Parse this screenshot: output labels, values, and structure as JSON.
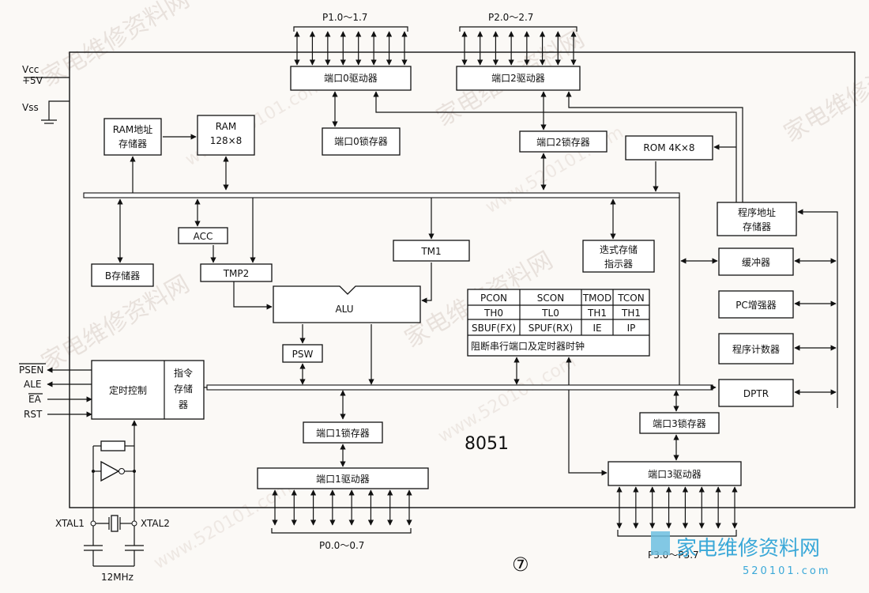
{
  "title": "8051",
  "figure_number": "⑦",
  "power": {
    "vcc": "Vcc",
    "v5": "+5V",
    "vss": "Vss"
  },
  "ports": {
    "p1_range": "P1.0～1.7",
    "p2_range": "P2.0～2.7",
    "p0_range": "P0.0～0.7",
    "p3_range": "P3.0～P3.7",
    "port0_driver": "端口0驱动器",
    "port2_driver": "端口2驱动器",
    "port0_latch": "端口0锁存器",
    "port2_latch": "端口2锁存器",
    "port1_latch": "端口1锁存器",
    "port1_driver": "端口1驱动器",
    "port3_latch": "端口3锁存器",
    "port3_driver": "端口3驱动器"
  },
  "blocks": {
    "ram_addr_1": "RAM地址",
    "ram_addr_2": "存储器",
    "ram_1": "RAM",
    "ram_2": "128×8",
    "rom": "ROM 4K×8",
    "acc": "ACC",
    "b_reg": "B存储器",
    "tmp2": "TMP2",
    "tm1": "TM1",
    "alu": "ALU",
    "psw": "PSW",
    "stack_1": "迭式存储",
    "stack_2": "指示器",
    "prog_addr_1": "程序地址",
    "prog_addr_2": "存储器",
    "buffer": "缓冲器",
    "pc_inc": "PC增强器",
    "pc": "程序计数器",
    "dptr": "DPTR",
    "timing": "定时控制",
    "instr_1": "指令",
    "instr_2": "存储",
    "instr_3": "器"
  },
  "sfr": {
    "rows": [
      [
        "PCON",
        "SCON",
        "TMOD",
        "TCON"
      ],
      [
        "TH0",
        "TL0",
        "TH1",
        "TH1"
      ],
      [
        "SBUF(FX)",
        "SPUF(RX)",
        "IE",
        "IP"
      ]
    ],
    "footer": "阻断串行端口及定时器时钟"
  },
  "signals": {
    "psen": "PSEN",
    "ale": "ALE",
    "ea": "EA",
    "rst": "RST"
  },
  "oscillator": {
    "xtal1": "XTAL1",
    "xtal2": "XTAL2",
    "freq": "12MHz"
  },
  "watermark": {
    "site": "www.520101.com",
    "brand": "家电维修资料网",
    "brand_small": "520101.com"
  }
}
